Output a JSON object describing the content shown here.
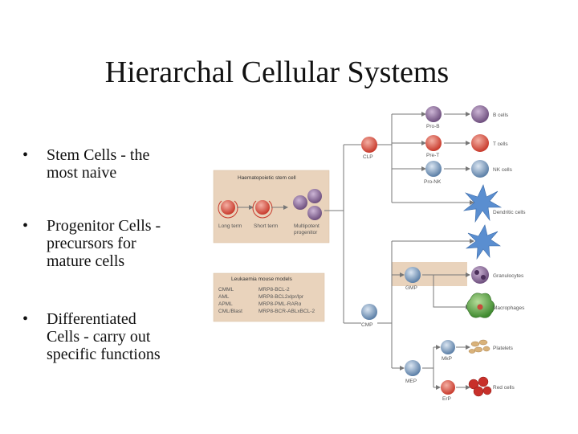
{
  "title": "Hierarchal Cellular Systems",
  "bullets": [
    {
      "marker": "•",
      "text": "Stem Cells - the\nmost naive"
    },
    {
      "marker": "•",
      "text": "Progenitor Cells -\nprecursors for\nmature cells"
    },
    {
      "marker": "•",
      "text": "Differentiated\nCells - carry out\nspecific functions"
    }
  ],
  "diagram": {
    "hsc_box": {
      "title": "Haematopoietic stem cell",
      "labels": [
        "Long term",
        "Short term",
        "Multipotent\nprogenitor"
      ]
    },
    "models_box": {
      "title": "Leukaemia mouse models",
      "rows": [
        [
          "CMML",
          "MRP8-BCL-2"
        ],
        [
          "AML",
          "MRP8-BCL2xlpr/lpr"
        ],
        [
          "APML",
          "MRP8-PML-RARα"
        ],
        [
          "CML/Blast",
          "MRP8-BCR-ABLxBCL-2"
        ]
      ]
    },
    "progenitors": {
      "clp": "CLP",
      "cmp": "CMP",
      "pro_b": "Pro-B",
      "pre_t": "Pre-T",
      "pro_nk": "Pro-NK",
      "gmp": "GMP",
      "mep": "MEP",
      "mkp": "MkP",
      "erp": "ErP"
    },
    "mature": {
      "b_cells": "B cells",
      "t_cells": "T cells",
      "nk_cells": "NK cells",
      "dendritic": "Dendritic cells",
      "granulocytes": "Granulocytes",
      "macrophages": "Macrophages",
      "platelets": "Platelets",
      "red_cells": "Red cells"
    },
    "colors": {
      "box_fill": "#e9d3bc",
      "red_cell": "#d94a3a",
      "purple_cell": "#8a6a98",
      "blue_cell": "#6b8fb8",
      "star_cell": "#5a8ed0",
      "line": "#777777"
    }
  }
}
